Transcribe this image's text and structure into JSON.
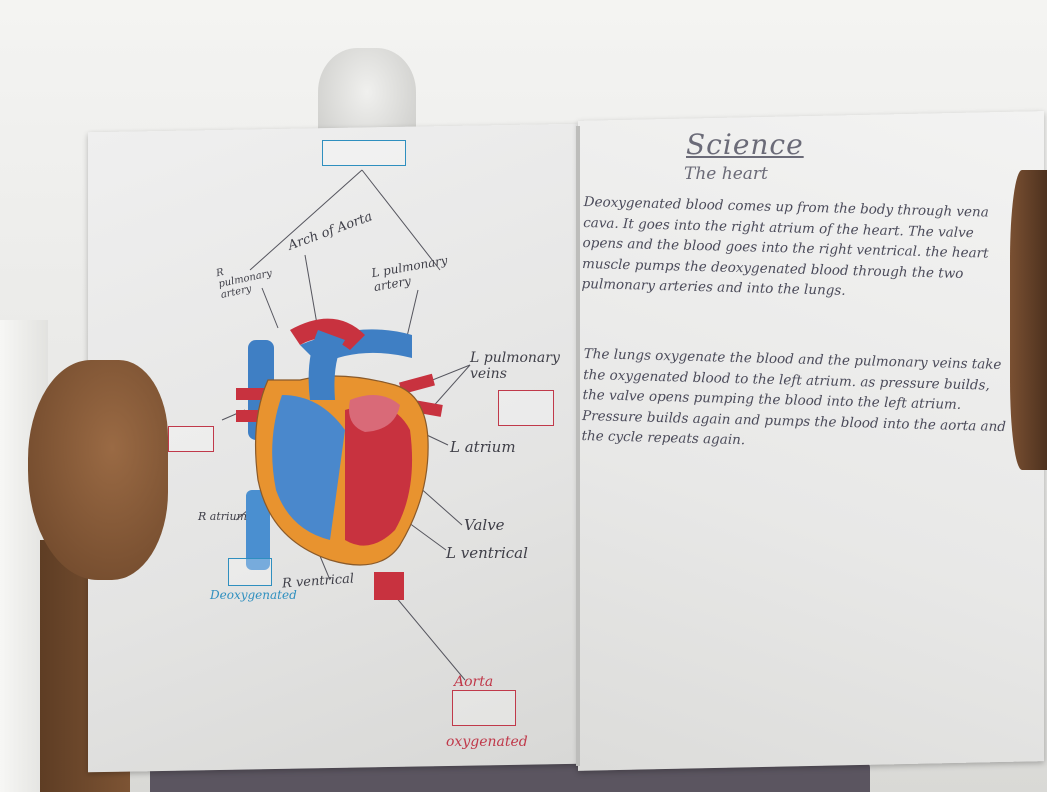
{
  "right_page": {
    "title": "Science",
    "subtitle": "The heart",
    "paragraph_1": "Deoxygenated blood comes up from the body through vena cava. It goes into the right atrium of the heart. The valve opens and the blood goes into the right ventrical. the heart muscle pumps the deoxygenated blood through the two pulmonary arteries and into the lungs.",
    "paragraph_2": "The lungs oxygenate the blood and the pulmonary veins take the oxygenated blood to the left atrium. as pressure builds, the valve opens pumping the blood into the left atrium. Pressure builds again and pumps the blood into the aorta and the cycle repeats again."
  },
  "left_page": {
    "labels": {
      "arch_of_aorta": "Arch of Aorta",
      "r_pulmonary_artery": "R pulmonary artery",
      "l_pulmonary_artery": "L pulmonary artery",
      "l_pulmonary_veins": "L pulmonary veins",
      "l_atrium": "L atrium",
      "valve": "Valve",
      "l_ventrical": "L ventrical",
      "r_ventrical": "R ventrical",
      "r_atrium": "R atrium",
      "aorta": "Aorta",
      "oxygenated": "oxygenated",
      "deoxygenated": "Deoxygenated"
    }
  },
  "colors": {
    "blue_vessel": "#3f7fc4",
    "red_vessel": "#c8323f",
    "heart_muscle": "#e8932f",
    "pencil": "#4b4b5a"
  }
}
